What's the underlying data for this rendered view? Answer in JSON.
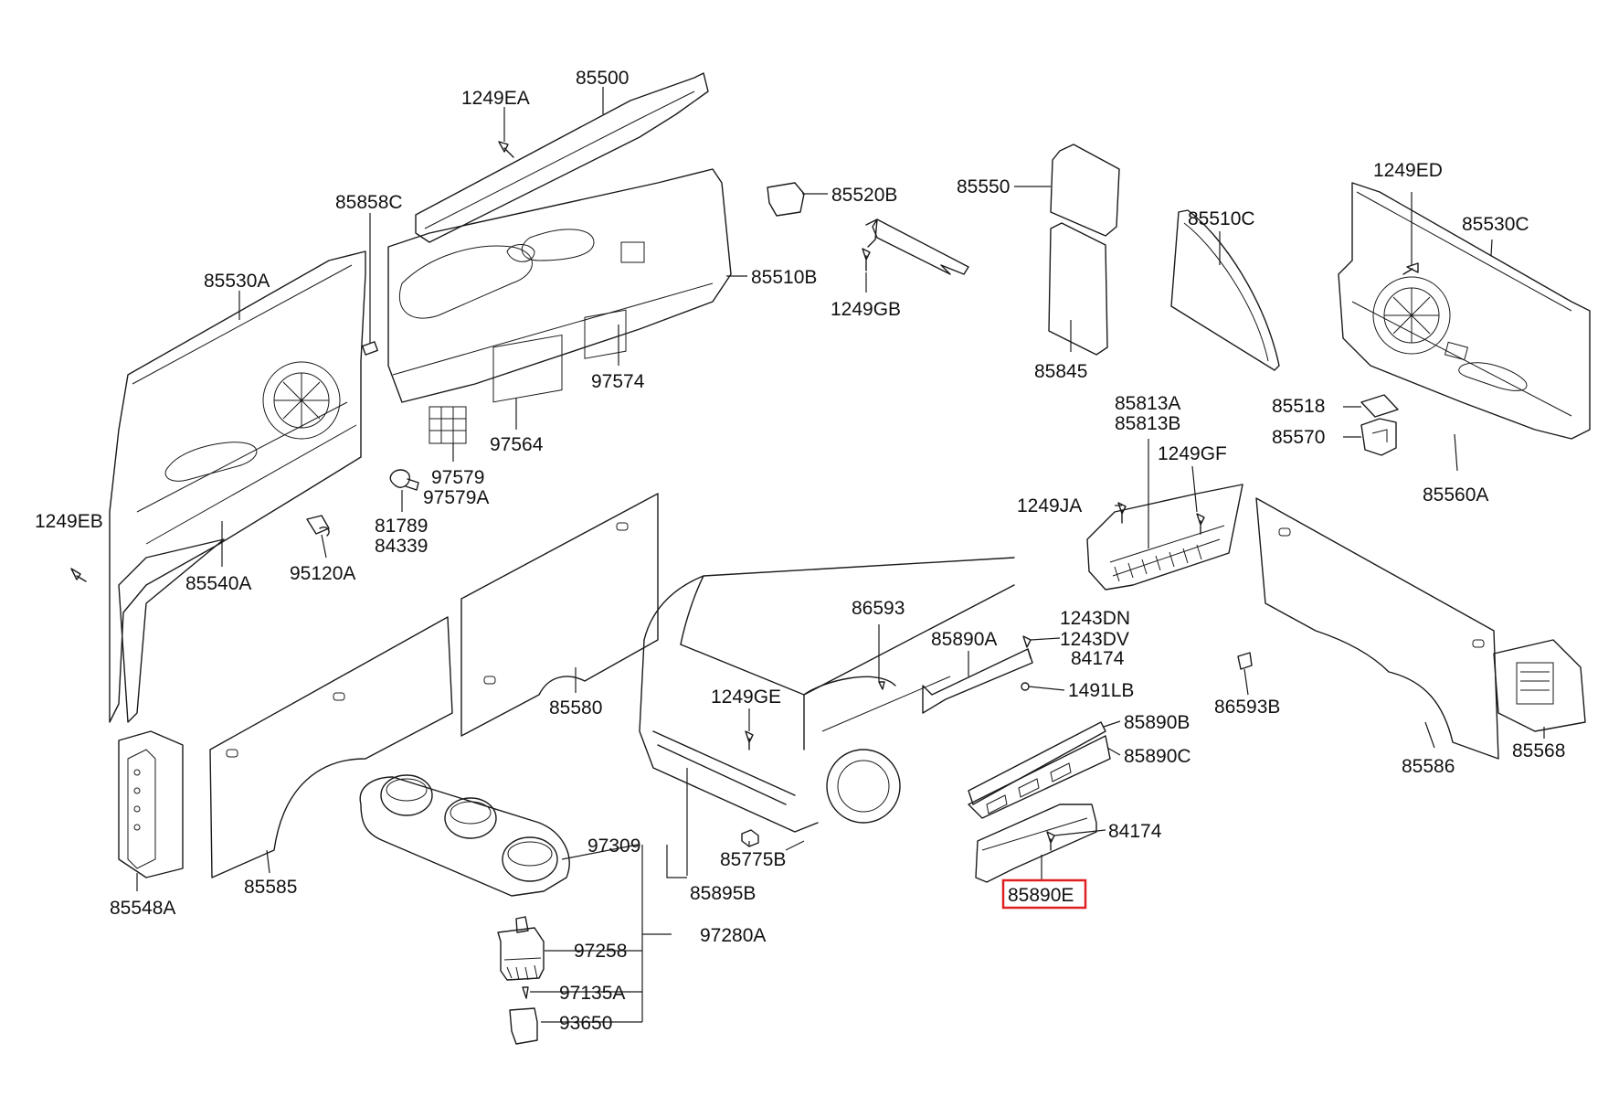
{
  "highlight_color": "#e02020",
  "highlighted_part": "85890E",
  "labels": {
    "p85500": "85500",
    "p1249EA": "1249EA",
    "p85858C": "85858C",
    "p85530A": "85530A",
    "p85510B": "85510B",
    "p85520B": "85520B",
    "p1249GB": "1249GB",
    "p97574": "97574",
    "p97564": "97564",
    "p97579": "97579",
    "p97579A": "97579A",
    "p81789": "81789",
    "p84339": "84339",
    "p95120A": "95120A",
    "p85540A": "85540A",
    "p1249EB": "1249EB",
    "p85550": "85550",
    "p85845": "85845",
    "p85510C": "85510C",
    "p1249ED": "1249ED",
    "p85530C": "85530C",
    "p85518": "85518",
    "p85570": "85570",
    "p85560A": "85560A",
    "p85813A": "85813A",
    "p85813B": "85813B",
    "p1249GF": "1249GF",
    "p1249JA": "1249JA",
    "p86593": "86593",
    "p85890A": "85890A",
    "p1243DN": "1243DN",
    "p1243DV": "1243DV",
    "p84174a": "84174",
    "p1491LB": "1491LB",
    "p86593B": "86593B",
    "p85580": "85580",
    "p1249GE": "1249GE",
    "p85890B": "85890B",
    "p85890C": "85890C",
    "p84174b": "84174",
    "p85890E": "85890E",
    "p85586": "85586",
    "p85568": "85568",
    "p85548A": "85548A",
    "p85585": "85585",
    "p97309": "97309",
    "p85775B": "85775B",
    "p85895B": "85895B",
    "p97280A": "97280A",
    "p97258": "97258",
    "p97135A": "97135A",
    "p93650": "93650"
  }
}
